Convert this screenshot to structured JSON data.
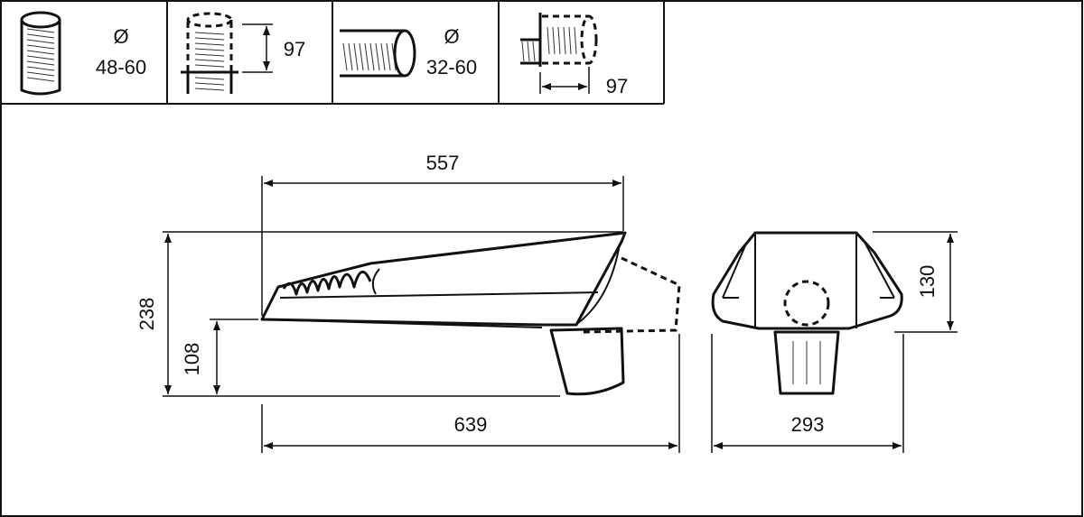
{
  "header": {
    "post_top": {
      "symbol": "Ø",
      "range": "48-60"
    },
    "post_top_depth": {
      "value": "97"
    },
    "side_entry": {
      "symbol": "Ø",
      "range": "32-60"
    },
    "side_entry_depth": {
      "value": "97"
    }
  },
  "dimensions": {
    "side_length": "557",
    "total_length": "639",
    "total_height": "238",
    "spigot_height": "108",
    "front_width": "293",
    "front_height": "130"
  },
  "colors": {
    "line": "#111111",
    "background": "#ffffff"
  }
}
